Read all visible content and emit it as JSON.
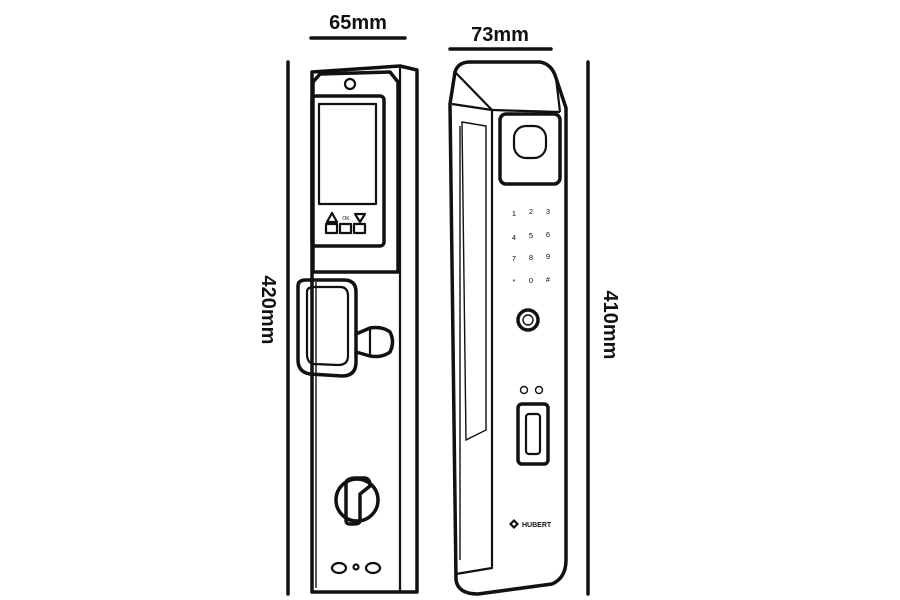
{
  "dimensions": {
    "front_width": "65mm",
    "side_width": "73mm",
    "front_height": "420mm",
    "side_height": "410mm"
  },
  "keypad": {
    "keys": [
      "1",
      "2",
      "3",
      "4",
      "5",
      "6",
      "7",
      "8",
      "9",
      "*",
      "0",
      "#"
    ]
  },
  "display": {
    "ok_label": "OK"
  },
  "brand": {
    "name": "HUBERT"
  }
}
